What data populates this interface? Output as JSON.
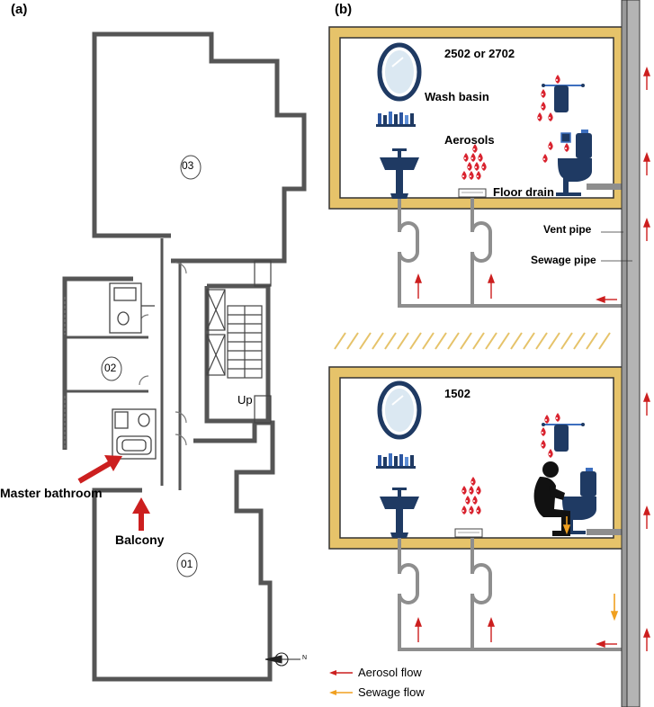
{
  "panels": {
    "a": {
      "label": "(a)",
      "rooms": [
        "03",
        "02",
        "01"
      ],
      "stair_label": "Up",
      "callouts": {
        "master_bathroom": "Master bathroom",
        "balcony": "Balcony"
      },
      "north_arrow_letter": "N"
    },
    "b": {
      "label": "(b)",
      "upper_room": {
        "title": "2502 or 2702",
        "wash_basin": "Wash basin",
        "aerosols": "Aerosols",
        "floor_drain": "Floor drain"
      },
      "pipes": {
        "vent": "Vent pipe",
        "sewage": "Sewage pipe"
      },
      "lower_room": {
        "title": "1502"
      }
    }
  },
  "legend": {
    "aerosol_flow": "Aerosol flow",
    "sewage_flow": "Sewage flow"
  },
  "colors": {
    "wall_fill": "#e6c36a",
    "wall_stroke": "#333333",
    "fixture": "#1f3a63",
    "aerosol_arrow": "#cc1f1f",
    "sewage_arrow": "#f0a020",
    "pipe": "#8e8e8e",
    "droplet": "#d9232f"
  }
}
